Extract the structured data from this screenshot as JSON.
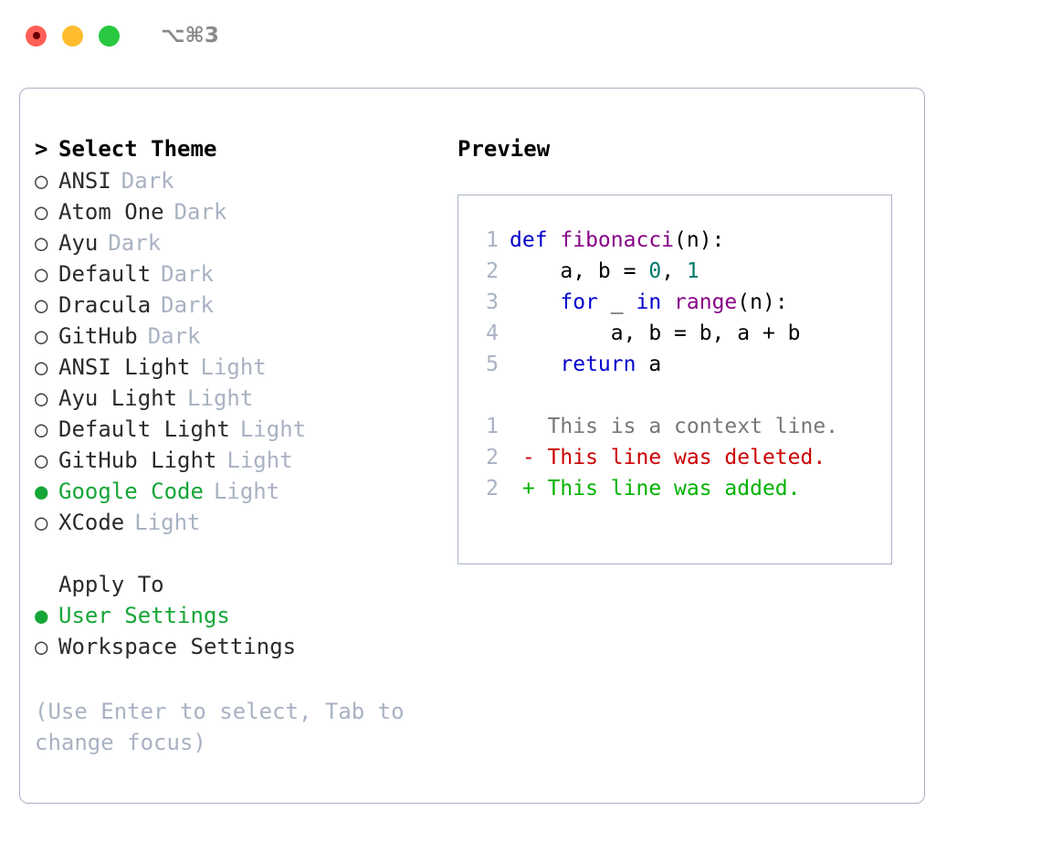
{
  "titlebar": {
    "shortcut": "⌥⌘3",
    "buttons": [
      "close",
      "minimize",
      "maximize"
    ]
  },
  "theme_picker": {
    "header_prompt": ">",
    "header": "Select Theme",
    "marker_selected": "●",
    "marker_unselected": "○",
    "items": [
      {
        "name": "ANSI",
        "variant": "Dark",
        "selected": false
      },
      {
        "name": "Atom One",
        "variant": "Dark",
        "selected": false
      },
      {
        "name": "Ayu",
        "variant": "Dark",
        "selected": false
      },
      {
        "name": "Default",
        "variant": "Dark",
        "selected": false
      },
      {
        "name": "Dracula",
        "variant": "Dark",
        "selected": false
      },
      {
        "name": "GitHub",
        "variant": "Dark",
        "selected": false
      },
      {
        "name": "ANSI Light",
        "variant": "Light",
        "selected": false
      },
      {
        "name": "Ayu Light",
        "variant": "Light",
        "selected": false
      },
      {
        "name": "Default Light",
        "variant": "Light",
        "selected": false
      },
      {
        "name": "GitHub Light",
        "variant": "Light",
        "selected": false
      },
      {
        "name": "Google Code",
        "variant": "Light",
        "selected": true
      },
      {
        "name": "XCode",
        "variant": "Light",
        "selected": false
      }
    ]
  },
  "apply_to": {
    "header": "Apply To",
    "items": [
      {
        "name": "User Settings",
        "selected": true
      },
      {
        "name": "Workspace Settings",
        "selected": false
      }
    ]
  },
  "hint": {
    "line1": "(Use Enter to select, Tab to",
    "line2": "change focus)"
  },
  "preview": {
    "title": "Preview",
    "code_lines": [
      {
        "no": "1",
        "tokens": [
          {
            "t": "def ",
            "c": "kw"
          },
          {
            "t": "fibonacci",
            "c": "fn"
          },
          {
            "t": "(n):",
            "c": "plain"
          }
        ]
      },
      {
        "no": "2",
        "tokens": [
          {
            "t": "    a, b = ",
            "c": "plain"
          },
          {
            "t": "0",
            "c": "num"
          },
          {
            "t": ", ",
            "c": "plain"
          },
          {
            "t": "1",
            "c": "num"
          }
        ]
      },
      {
        "no": "3",
        "tokens": [
          {
            "t": "    ",
            "c": "plain"
          },
          {
            "t": "for",
            "c": "kw"
          },
          {
            "t": " _ ",
            "c": "plain"
          },
          {
            "t": "in",
            "c": "kw"
          },
          {
            "t": " ",
            "c": "plain"
          },
          {
            "t": "range",
            "c": "fn"
          },
          {
            "t": "(n):",
            "c": "plain"
          }
        ]
      },
      {
        "no": "4",
        "tokens": [
          {
            "t": "        a, b = b, a + b",
            "c": "plain"
          }
        ]
      },
      {
        "no": "5",
        "tokens": [
          {
            "t": "    ",
            "c": "plain"
          },
          {
            "t": "return",
            "c": "kw"
          },
          {
            "t": " a",
            "c": "plain"
          }
        ]
      }
    ],
    "diff_lines": [
      {
        "no": "1",
        "marker": " ",
        "text": "This is a context line.",
        "kind": "ctx"
      },
      {
        "no": "2",
        "marker": "-",
        "text": "This line was deleted.",
        "kind": "del"
      },
      {
        "no": "2",
        "marker": "+",
        "text": "This line was added.",
        "kind": "add"
      }
    ]
  },
  "colors": {
    "accent_green": "#16A637",
    "muted": "#A9B2C3",
    "keyword": "#0000CC",
    "function": "#880088",
    "number": "#00796B",
    "diff_deleted": "#CC0000",
    "diff_added": "#00B300"
  }
}
